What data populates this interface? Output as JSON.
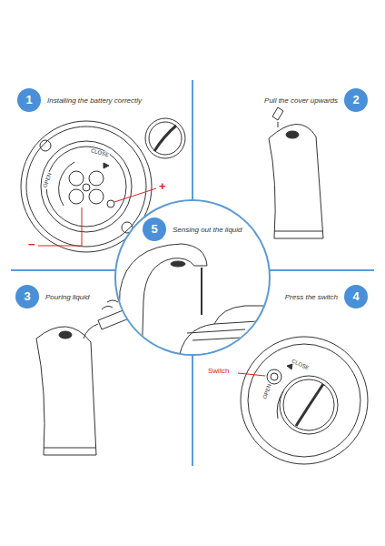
{
  "diagram": {
    "nodes": [
      {
        "text": [
          "1",
          "Installing the battery correctly"
        ]
      },
      {
        "text": [
          "2",
          "Pull the cover upwards"
        ]
      },
      {
        "text": [
          "5",
          "Sensing out the liquid"
        ]
      },
      {
        "text": [
          "3",
          "Pouring liquid"
        ]
      },
      {
        "text": [
          "4",
          "Press the switch"
        ]
      }
    ],
    "labels": [
      "CLOSE",
      "OPEN",
      "+",
      "−",
      "Switch",
      "CLOSE",
      "OPEN"
    ]
  }
}
